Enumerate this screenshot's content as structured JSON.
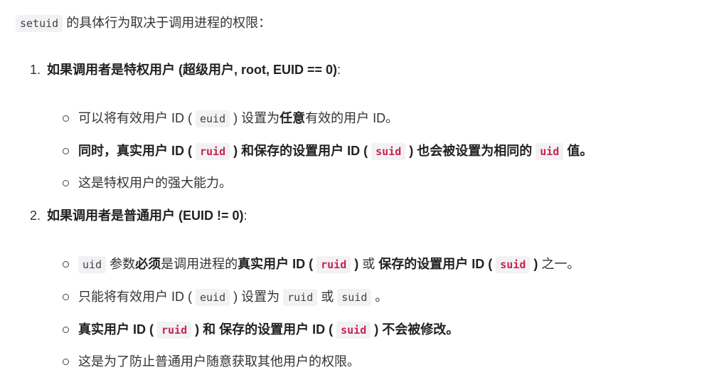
{
  "intro": {
    "code": "setuid",
    "text": " 的具体行为取决于调用进程的权限："
  },
  "item1": {
    "number": "1.",
    "bold": "如果调用者是特权用户 (超级用户, root, EUID == 0)",
    "after": ":",
    "bullets": [
      [
        {
          "t": "可以将有效用户 ID ( "
        },
        {
          "t": "euid",
          "code": true,
          "plain": true
        },
        {
          "t": " ) 设置为"
        },
        {
          "t": "任意",
          "b": true
        },
        {
          "t": "有效的用户 ID。"
        }
      ],
      [
        {
          "t": "同时，真实用户 ID ( ",
          "b": true
        },
        {
          "t": "ruid",
          "code": true,
          "b": true
        },
        {
          "t": " ) 和保存的设置用户 ID ( ",
          "b": true
        },
        {
          "t": "suid",
          "code": true,
          "b": true
        },
        {
          "t": " ) 也会被设置为相同的 ",
          "b": true
        },
        {
          "t": "uid",
          "code": true,
          "b": true
        },
        {
          "t": " 值。",
          "b": true
        }
      ],
      [
        {
          "t": "这是特权用户的强大能力。"
        }
      ]
    ]
  },
  "item2": {
    "number": "2.",
    "bold": "如果调用者是普通用户 (EUID != 0)",
    "after": ":",
    "bullets": [
      [
        {
          "t": "uid",
          "code": true,
          "plain": true
        },
        {
          "t": " 参数"
        },
        {
          "t": "必须",
          "b": true
        },
        {
          "t": "是调用进程的"
        },
        {
          "t": "真实用户 ID ( ",
          "b": true
        },
        {
          "t": "ruid",
          "code": true,
          "b": true
        },
        {
          "t": " )",
          "b": true
        },
        {
          "t": " 或 "
        },
        {
          "t": "保存的设置用户 ID ( ",
          "b": true
        },
        {
          "t": "suid",
          "code": true,
          "b": true
        },
        {
          "t": " )",
          "b": true
        },
        {
          "t": " 之一。"
        }
      ],
      [
        {
          "t": "只能将有效用户 ID ( "
        },
        {
          "t": "euid",
          "code": true,
          "plain": true
        },
        {
          "t": " ) 设置为 "
        },
        {
          "t": "ruid",
          "code": true,
          "plain": true
        },
        {
          "t": " 或 "
        },
        {
          "t": "suid",
          "code": true,
          "plain": true
        },
        {
          "t": " 。"
        }
      ],
      [
        {
          "t": "真实用户 ID ( ",
          "b": true
        },
        {
          "t": "ruid",
          "code": true,
          "b": true
        },
        {
          "t": " ) 和 保存的设置用户 ID ( ",
          "b": true
        },
        {
          "t": "suid",
          "code": true,
          "b": true
        },
        {
          "t": " ) 不会被修改。",
          "b": true
        }
      ],
      [
        {
          "t": "这是为了防止普通用户随意获取其他用户的权限。"
        }
      ]
    ]
  }
}
